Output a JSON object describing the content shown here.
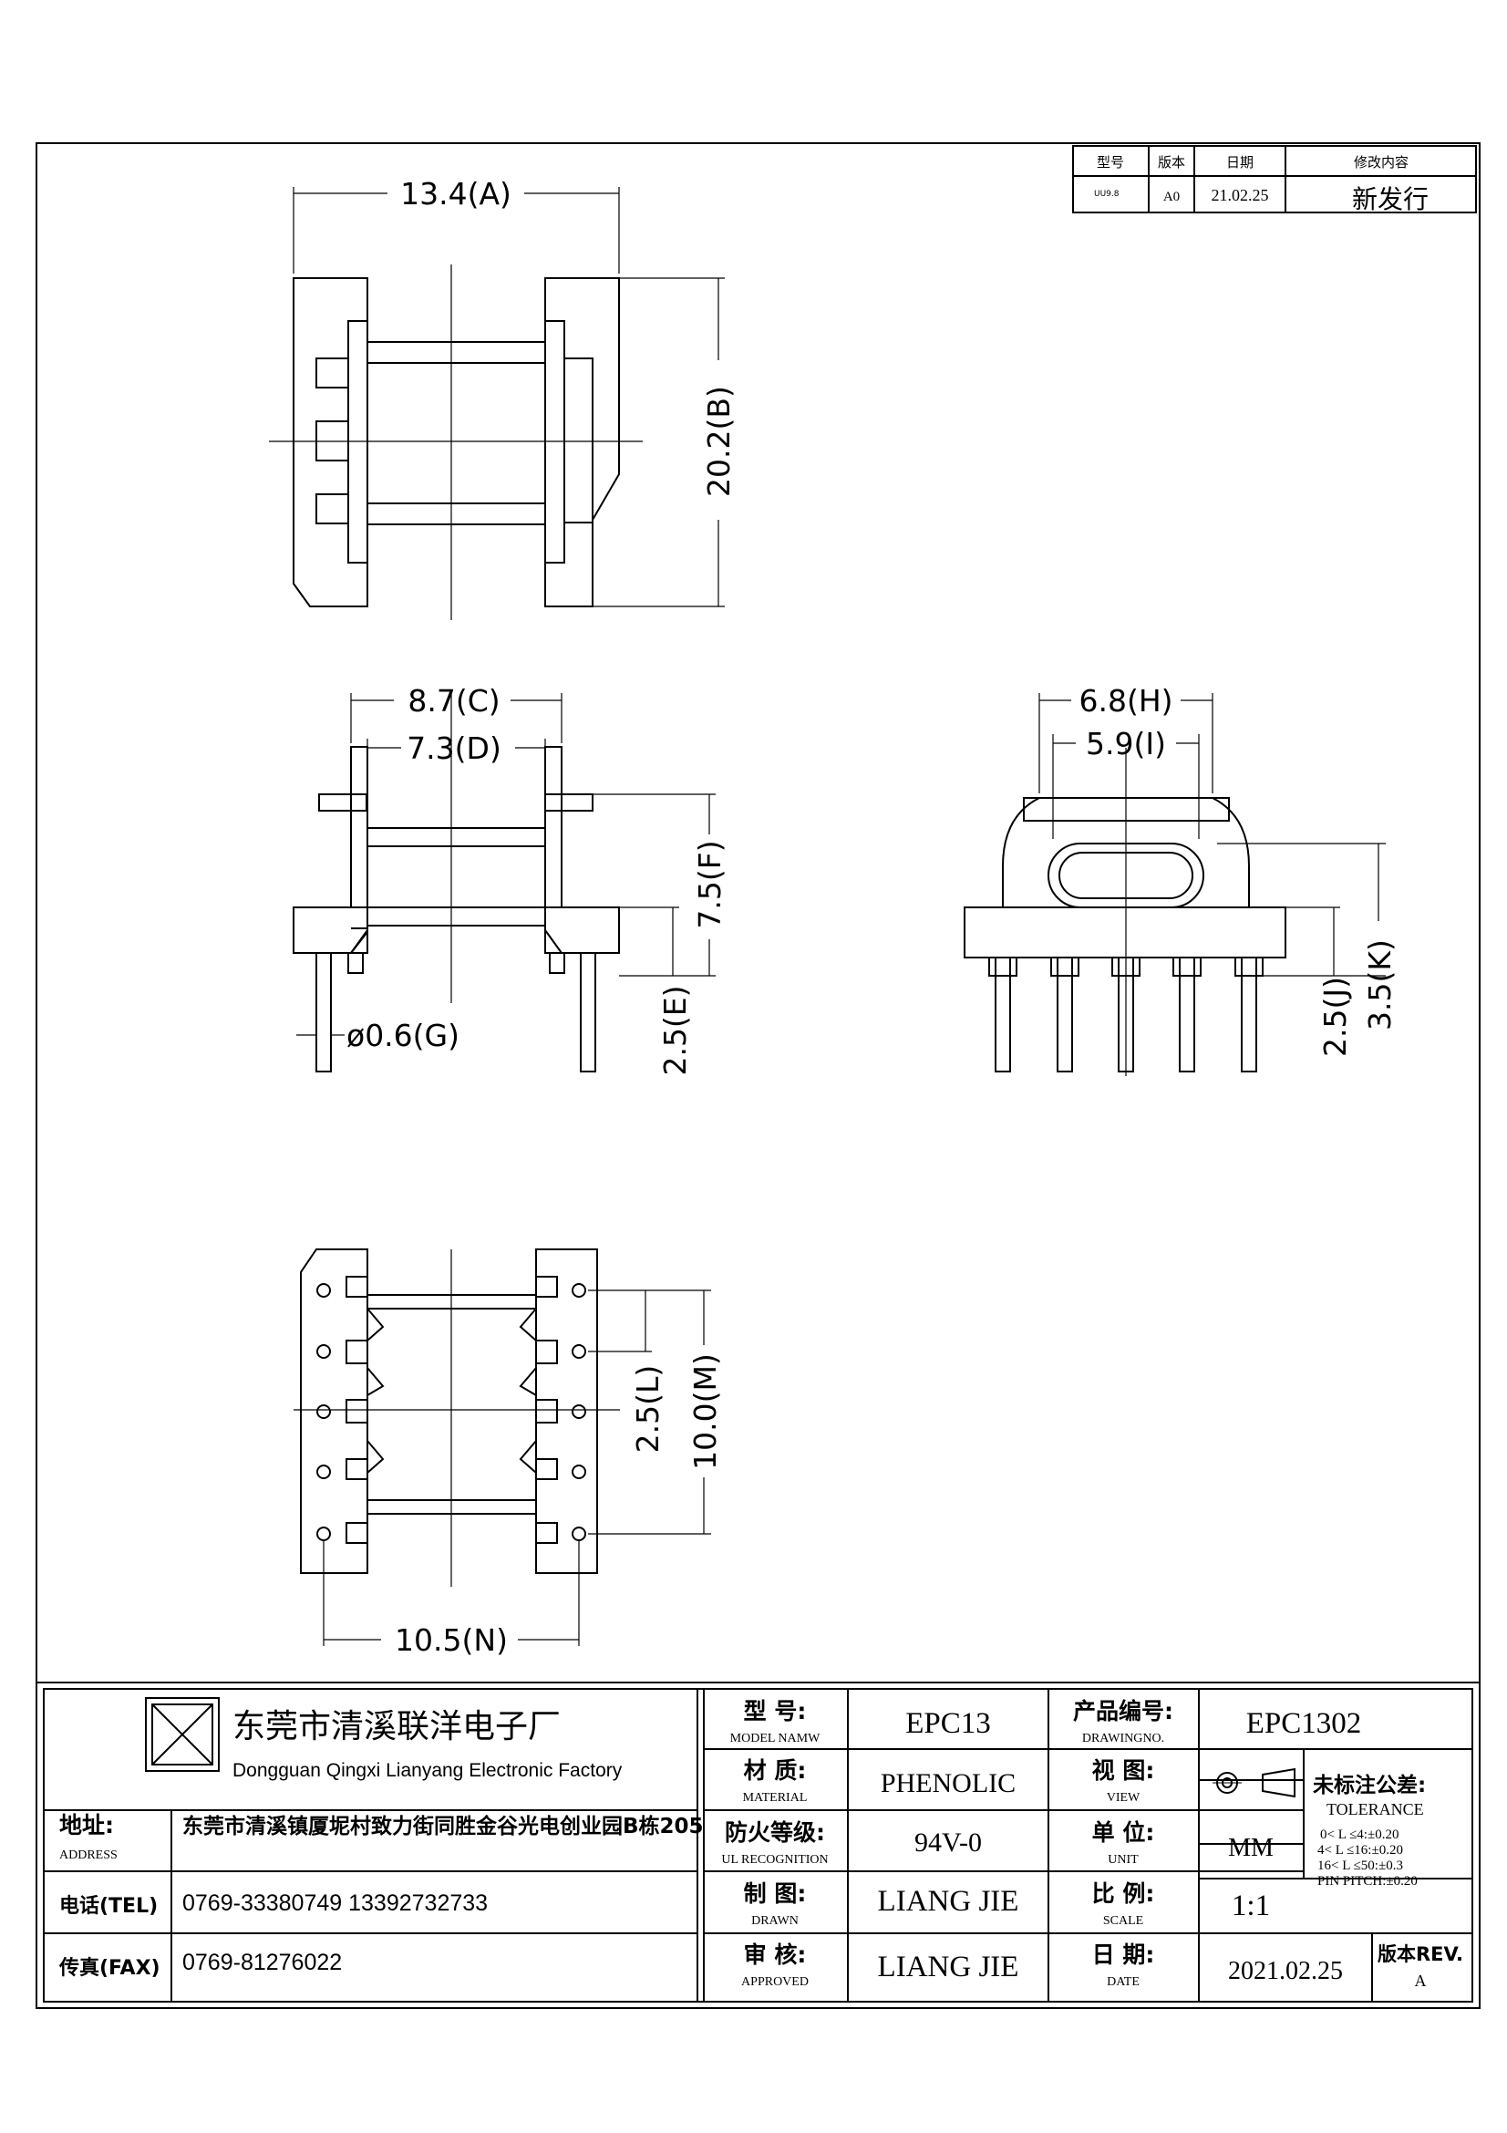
{
  "revision_table": {
    "headers": [
      "型号",
      "版本",
      "日期",
      "修改内容"
    ],
    "row": {
      "model": "UU9.8",
      "version": "A0",
      "date": "21.02.25",
      "change": "新发行"
    }
  },
  "dimensions": {
    "A": "13.4(A)",
    "B": "20.2(B)",
    "C": "8.7(C)",
    "D": "7.3(D)",
    "F": "7.5(F)",
    "E": "2.5(E)",
    "G": "ø0.6(G)",
    "H": "6.8(H)",
    "I": "5.9(I)",
    "J": "2.5(J)",
    "K": "3.5(K)",
    "L": "2.5(L)",
    "M": "10.0(M)",
    "N": "10.5(N)"
  },
  "company": {
    "name_cn": "东莞市清溪联洋电子厂",
    "name_en": "Dongguan Qingxi Lianyang Electronic Factory",
    "address_label_cn": "地址:",
    "address_label_en": "ADDRESS",
    "address": "东莞市清溪镇厦坭村致力街同胜金谷光电创业园B栋205",
    "tel_label": "电话(TEL)",
    "tel": "0769-33380749   13392732733",
    "fax_label": "传真(FAX)",
    "fax": "0769-81276022"
  },
  "title_block": {
    "model_cn": "型  号:",
    "model_en": "MODEL NAMW",
    "model_val": "EPC13",
    "drawno_cn": "产品编号:",
    "drawno_en": "DRAWINGNO.",
    "drawno_val": "EPC1302",
    "material_cn": "材  质:",
    "material_en": "MATERIAL",
    "material_val": "PHENOLIC",
    "view_cn": "视  图:",
    "view_en": "VIEW",
    "tol_cn": "未标注公差:",
    "tol_en": "TOLERANCE",
    "tol_lines": [
      "0< L ≤4:±0.20",
      "4< L ≤16:±0.20",
      "16< L ≤50:±0.3",
      "PIN PITCH:±0.20"
    ],
    "ul_cn": "防火等级:",
    "ul_en": "UL RECOGNITION",
    "ul_val": "94V-0",
    "unit_cn": "单  位:",
    "unit_en": "UNIT",
    "unit_val": "MM",
    "drawn_cn": "制  图:",
    "drawn_en": "DRAWN",
    "drawn_val": "LIANG JIE",
    "scale_cn": "比  例:",
    "scale_en": "SCALE",
    "scale_val": "1:1",
    "approved_cn": "审  核:",
    "approved_en": "APPROVED",
    "approved_val": "LIANG JIE",
    "date_cn": "日  期:",
    "date_en": "DATE",
    "date_val": "2021.02.25",
    "rev_cn": "版本REV.",
    "rev_val": "A"
  }
}
